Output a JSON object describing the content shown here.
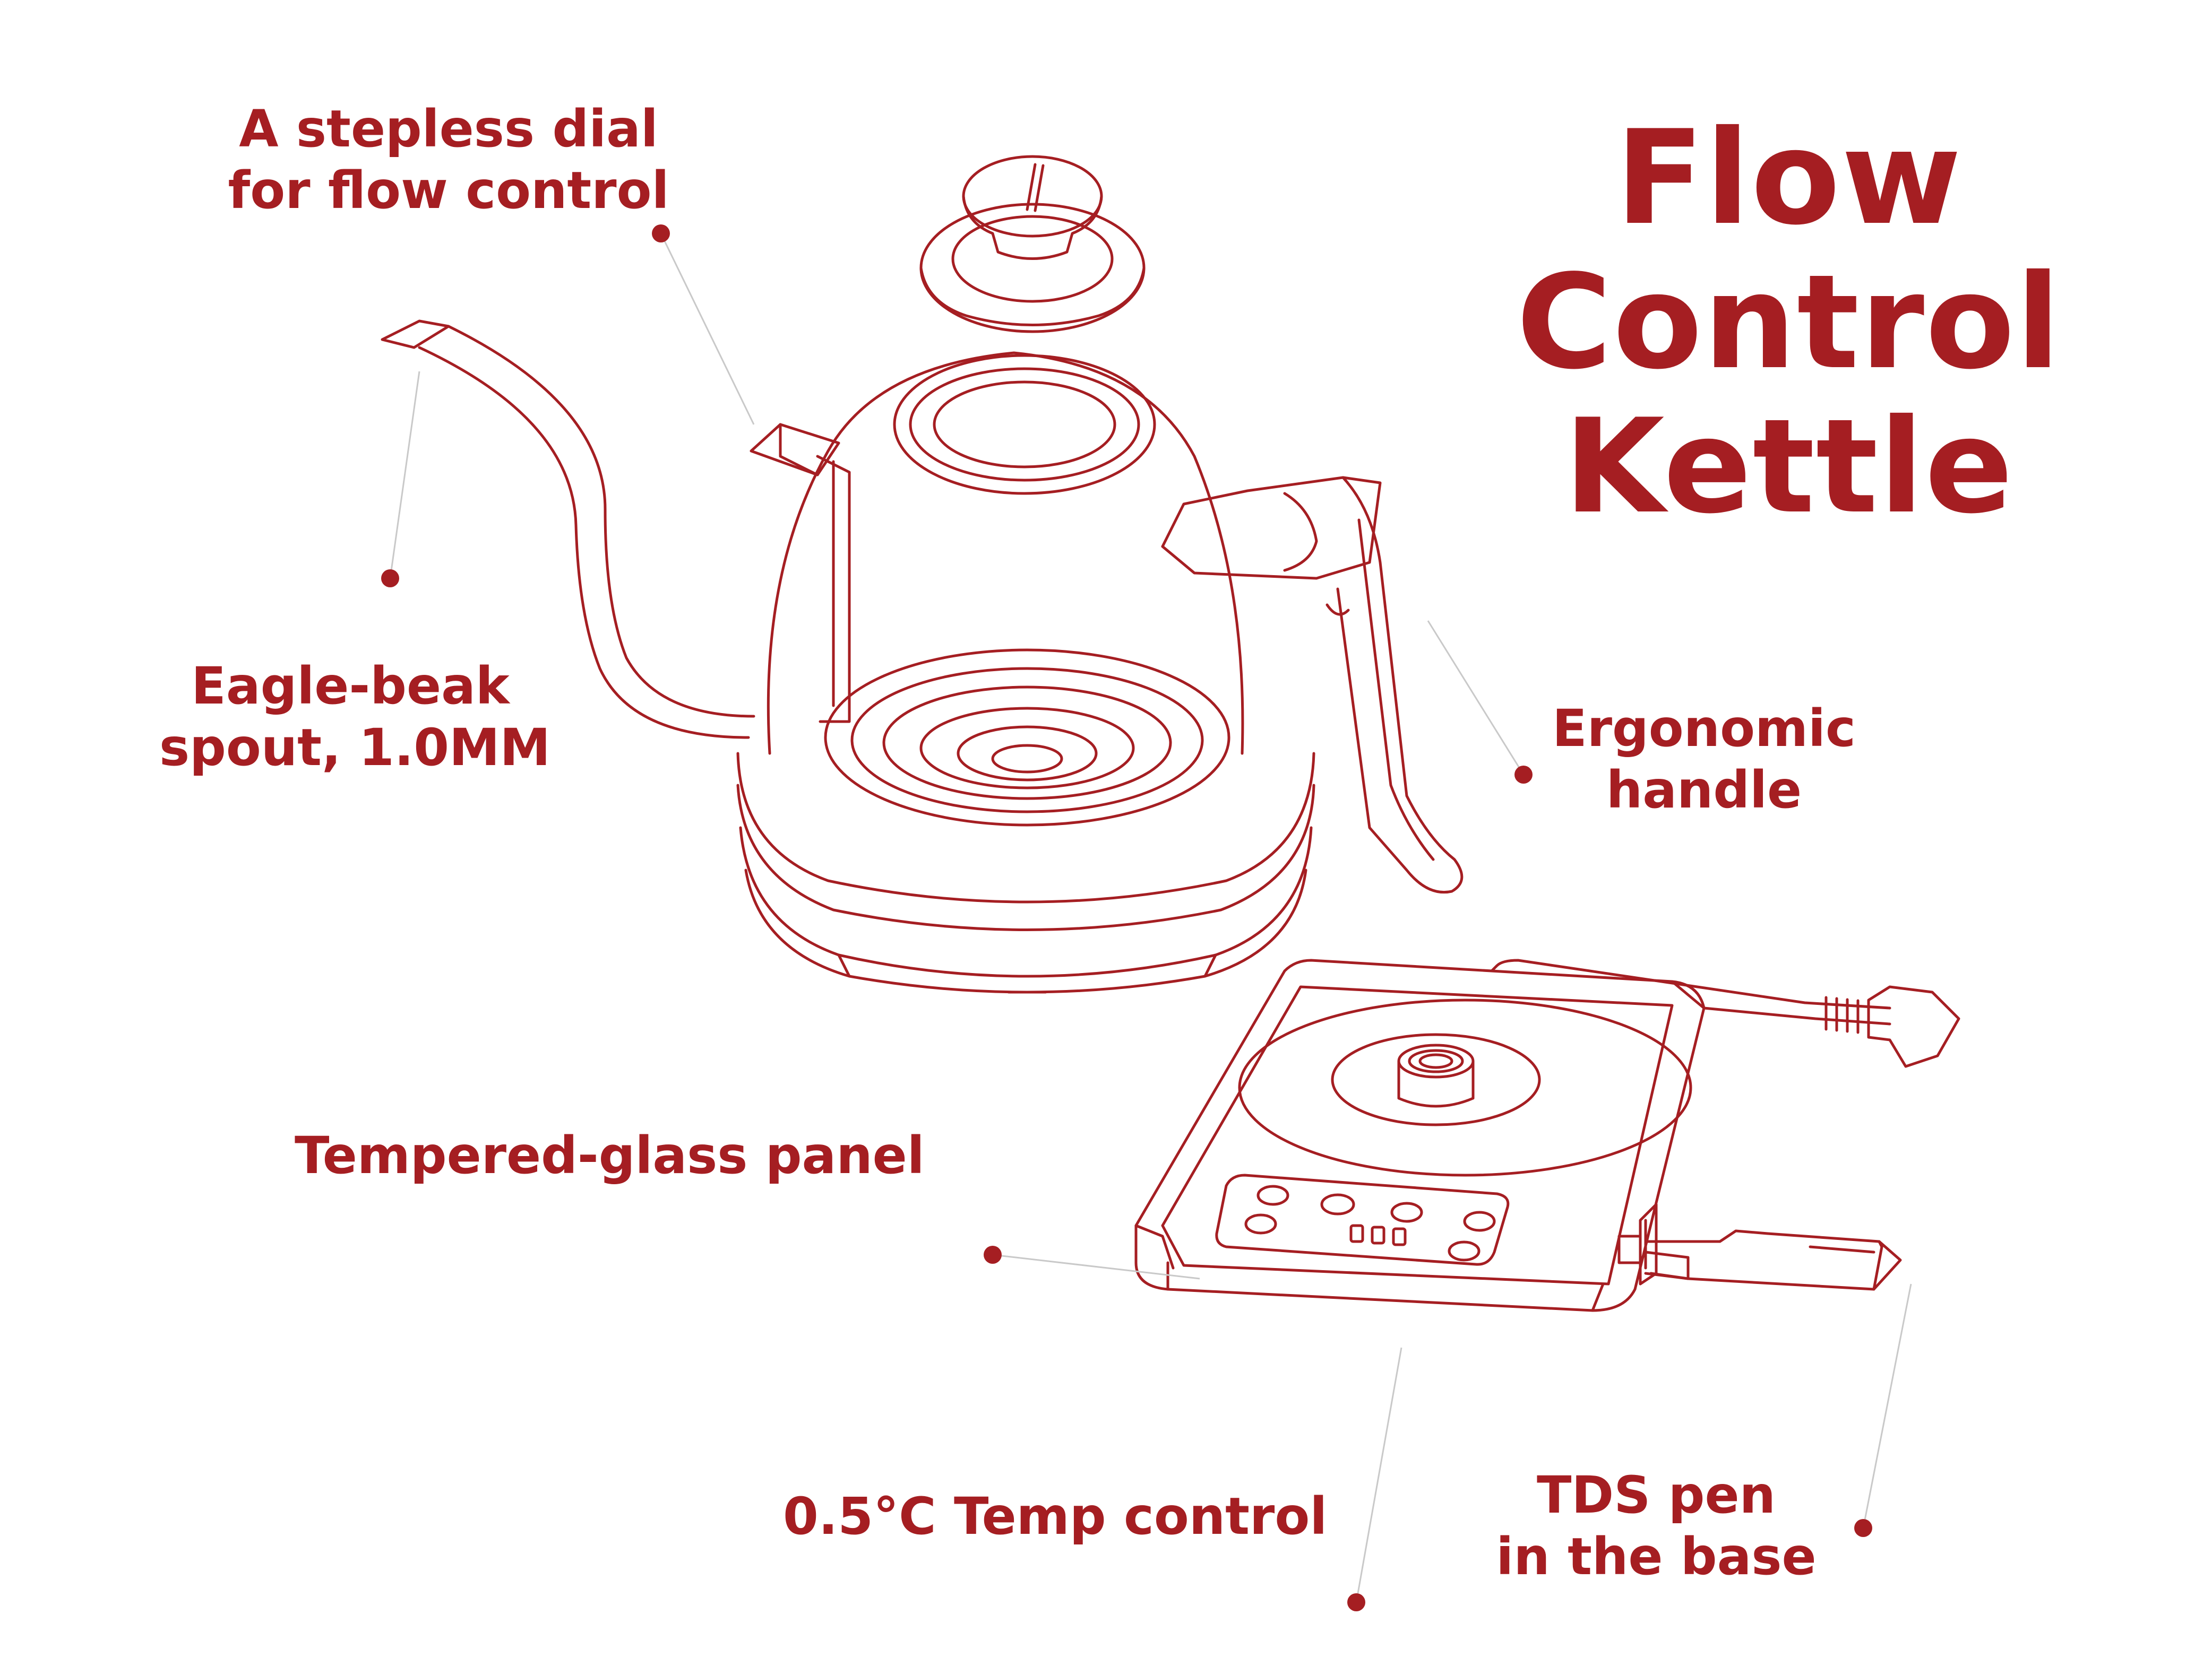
{
  "title": {
    "line1": "Flow",
    "line2": "Control",
    "line3": "Kettle"
  },
  "callouts": {
    "flow_dial": {
      "line1": "A stepless dial",
      "line2": "for flow control"
    },
    "spout": {
      "line1": "Eagle-beak",
      "line2": "spout, 1.0MM"
    },
    "handle": {
      "line1": "Ergonomic",
      "line2": "handle"
    },
    "glass_panel": {
      "line1": "Tempered-glass panel"
    },
    "temp": {
      "line1": "0.5°C Temp control"
    },
    "tds_pen": {
      "line1": "TDS pen",
      "line2": "in the base"
    }
  },
  "colors": {
    "accent": "#a51e22",
    "leader": "#c9c9c9",
    "background": "#ffffff"
  }
}
